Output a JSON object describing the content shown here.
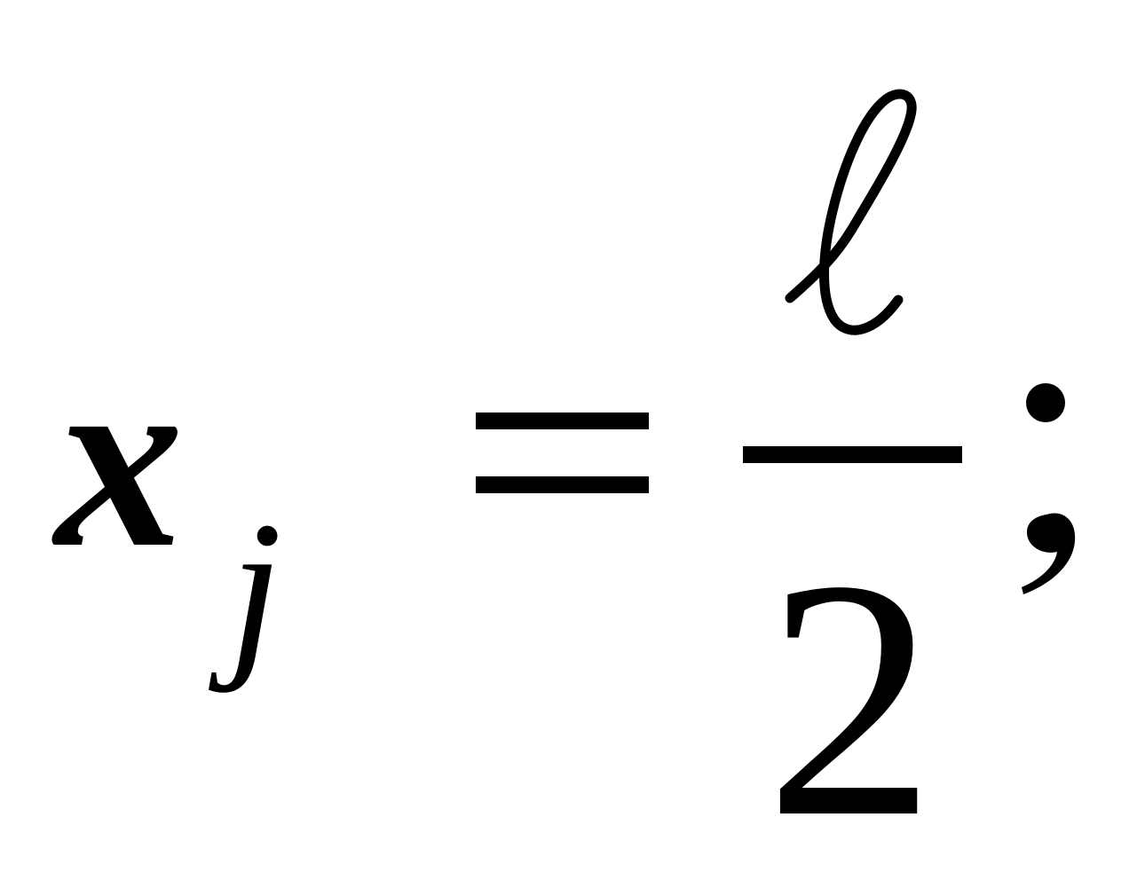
{
  "equation": {
    "variable": "x",
    "subscript": "j",
    "equals": "=",
    "numerator": "ℓ",
    "denominator": "2",
    "terminator": ";"
  }
}
